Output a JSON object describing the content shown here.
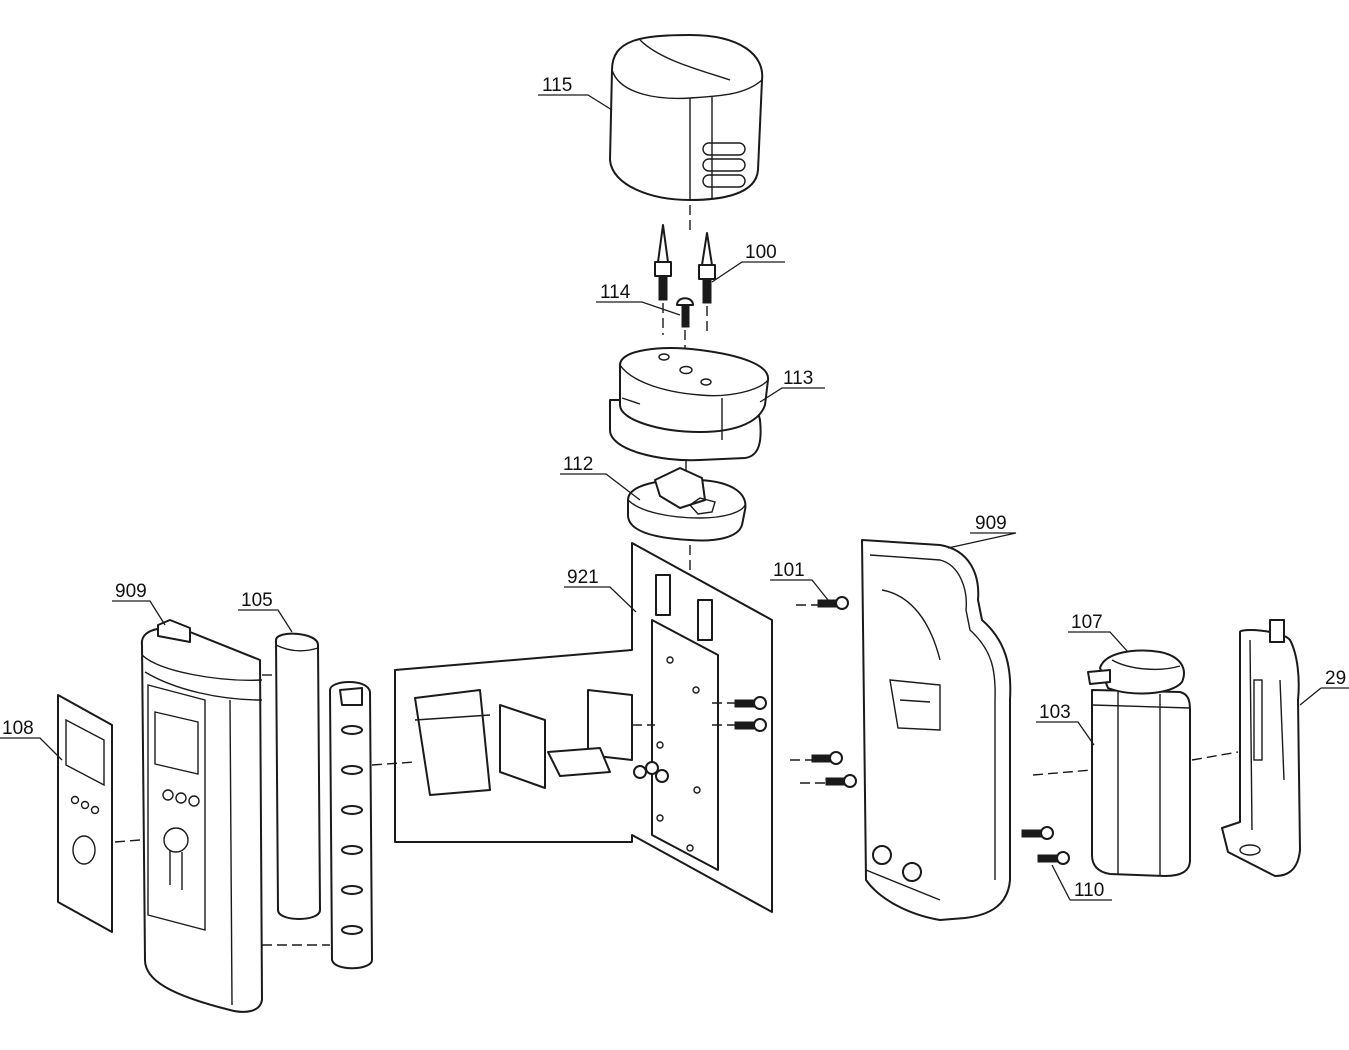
{
  "diagram": {
    "type": "exploded-parts-view",
    "callouts": [
      {
        "id": "c115",
        "text": "115"
      },
      {
        "id": "c100",
        "text": "100"
      },
      {
        "id": "c114",
        "text": "114"
      },
      {
        "id": "c113",
        "text": "113"
      },
      {
        "id": "c112",
        "text": "112"
      },
      {
        "id": "c921",
        "text": "921"
      },
      {
        "id": "c101",
        "text": "101"
      },
      {
        "id": "c909a",
        "text": "909"
      },
      {
        "id": "c909b",
        "text": "909"
      },
      {
        "id": "c105",
        "text": "105"
      },
      {
        "id": "c107",
        "text": "107"
      },
      {
        "id": "c29",
        "text": "29"
      },
      {
        "id": "c108",
        "text": "108"
      },
      {
        "id": "c103",
        "text": "103"
      },
      {
        "id": "c110",
        "text": "110"
      }
    ]
  }
}
